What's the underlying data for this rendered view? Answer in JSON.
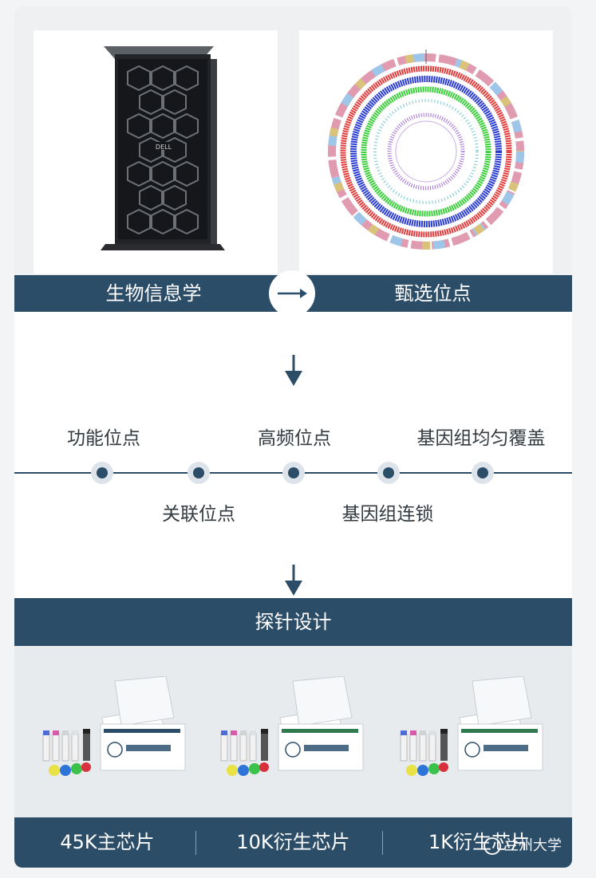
{
  "header": {
    "left_label": "生物信息学",
    "right_label": "甄选位点"
  },
  "images": {
    "server": {
      "brand": "DELL",
      "icon": "tower-server-image"
    },
    "circos": {
      "icon": "circos-genome-plot-image"
    }
  },
  "timeline": {
    "top_labels": [
      "功能位点",
      "高频位点",
      "基因组均匀覆盖"
    ],
    "bottom_labels": [
      "关联位点",
      "基因组连锁"
    ]
  },
  "probe_design": {
    "label": "探针设计"
  },
  "products": [
    {
      "label": "45K主芯片"
    },
    {
      "label": "10K衍生芯片"
    },
    {
      "label": "1K衍生芯片"
    }
  ],
  "watermark": {
    "text": "兰州大学"
  },
  "colors": {
    "band": "#2c4d68",
    "background": "#eef0f2",
    "dot_halo": "#dde3ea"
  }
}
